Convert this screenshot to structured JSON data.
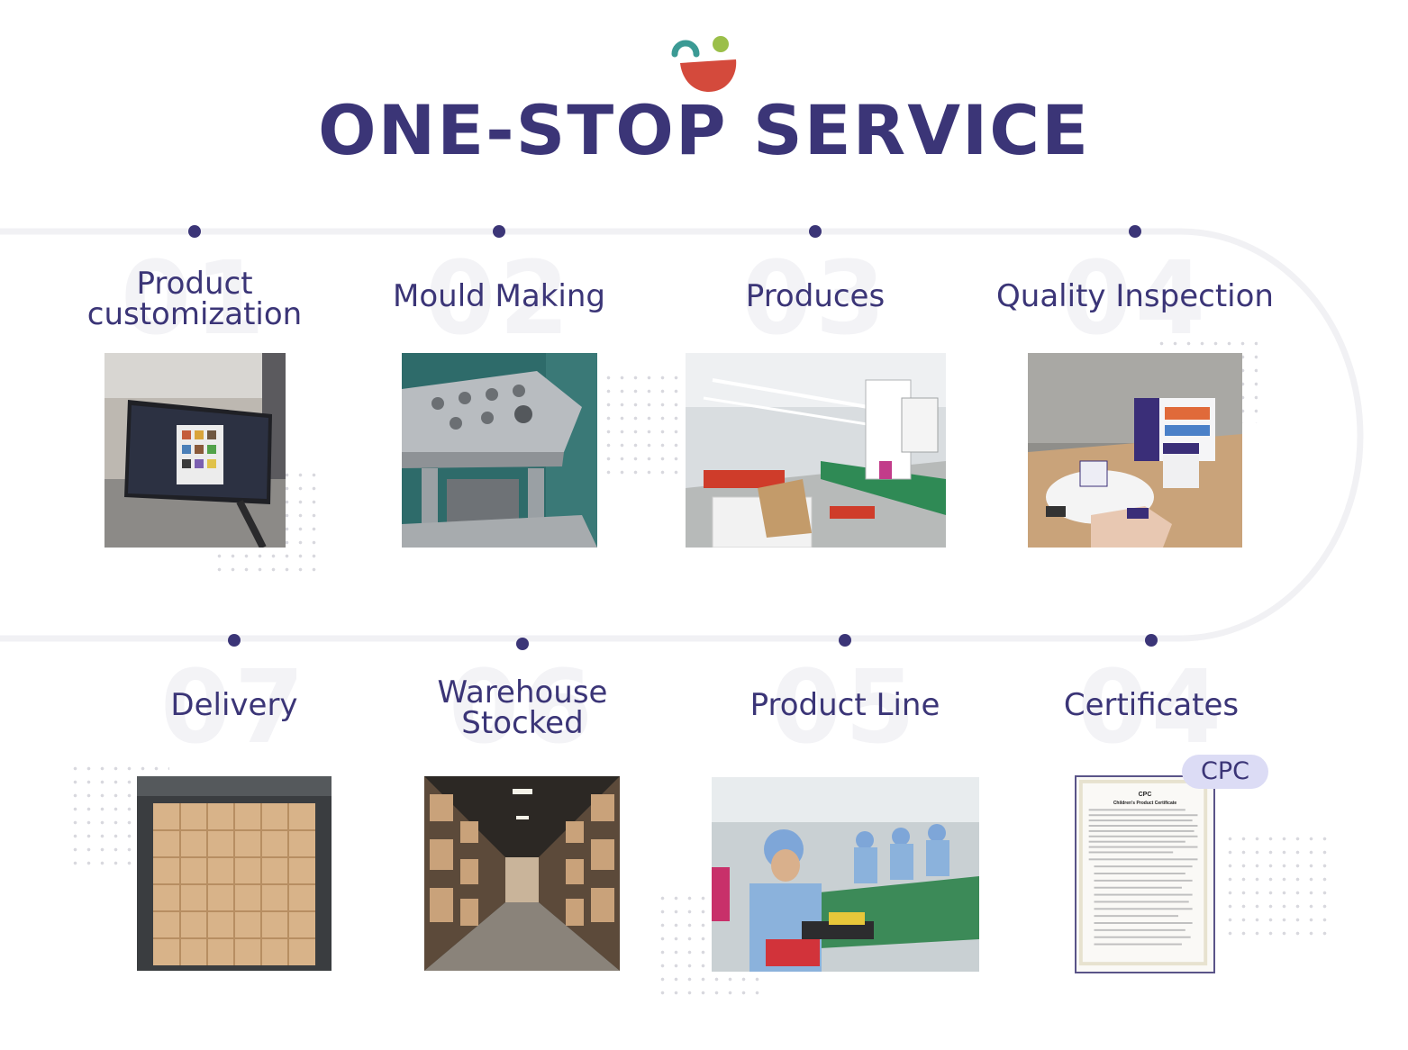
{
  "header": {
    "title": "ONE-STOP SERVICE"
  },
  "colors": {
    "brand": "#3b3577",
    "accent_teal": "#3b9a94",
    "accent_green": "#9bbf4a",
    "accent_red": "#d44a3c",
    "track": "#f1f1f4"
  },
  "steps": [
    {
      "number": "01",
      "title": "Product\ncustomization",
      "photo_icon": "monitor-design-photo"
    },
    {
      "number": "02",
      "title": "Mould Making",
      "photo_icon": "mould-photo"
    },
    {
      "number": "03",
      "title": "Produces",
      "photo_icon": "factory-photo"
    },
    {
      "number": "04",
      "title": "Quality Inspection",
      "photo_icon": "scale-inspection-photo"
    },
    {
      "number": "04",
      "title": "Certificates",
      "photo_icon": "certificate-photo"
    },
    {
      "number": "05",
      "title": "Product Line",
      "photo_icon": "workers-line-photo"
    },
    {
      "number": "06",
      "title": "Warehouse\nStocked",
      "photo_icon": "warehouse-photo"
    },
    {
      "number": "07",
      "title": "Delivery",
      "photo_icon": "container-boxes-photo"
    }
  ],
  "certificate": {
    "badge": "CPC",
    "heading": "CPC",
    "subheading": "Children's Product Certificate"
  }
}
